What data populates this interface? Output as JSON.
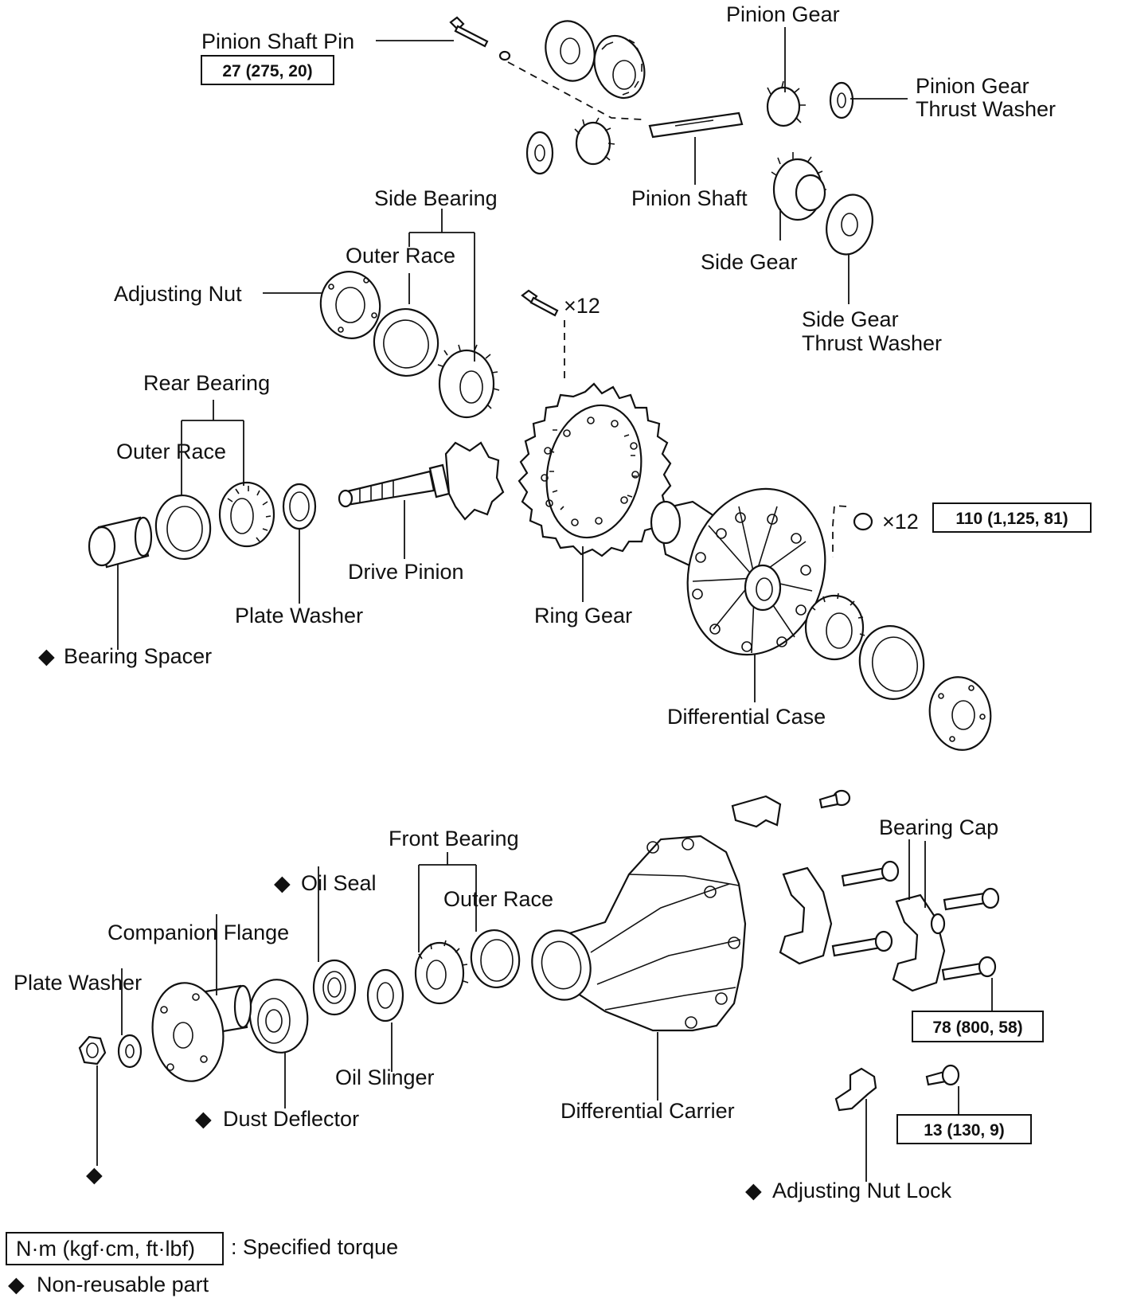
{
  "labels": {
    "pinion_shaft_pin": "Pinion Shaft Pin",
    "pinion_gear": "Pinion Gear",
    "pinion_gear_thrust_washer_1": "Pinion Gear",
    "pinion_gear_thrust_washer_2": "Thrust Washer",
    "pinion_shaft": "Pinion Shaft",
    "side_bearing": "Side Bearing",
    "outer_race_side": "Outer Race",
    "side_gear": "Side Gear",
    "adjusting_nut": "Adjusting Nut",
    "side_gear_thrust_washer_1": "Side Gear",
    "side_gear_thrust_washer_2": "Thrust Washer",
    "rear_bearing": "Rear Bearing",
    "outer_race_rear": "Outer Race",
    "drive_pinion": "Drive Pinion",
    "plate_washer_top": "Plate Washer",
    "ring_gear": "Ring Gear",
    "bearing_spacer": "Bearing Spacer",
    "differential_case": "Differential Case",
    "bolt_qty": "×12",
    "nut_qty": "×12",
    "bearing_cap": "Bearing Cap",
    "front_bearing": "Front Bearing",
    "oil_seal": "Oil Seal",
    "outer_race_front": "Outer Race",
    "companion_flange": "Companion Flange",
    "plate_washer_bottom": "Plate Washer",
    "oil_slinger": "Oil Slinger",
    "differential_carrier": "Differential Carrier",
    "dust_deflector": "Dust Deflector",
    "adjusting_nut_lock": "Adjusting Nut Lock"
  },
  "torque_specs": {
    "pinion_shaft_pin": "27 (275, 20)",
    "ring_gear_nut": "110 (1,125, 81)",
    "bearing_cap_bolt": "78 (800, 58)",
    "lock_bolt": "13 (130, 9)"
  },
  "legend": {
    "torque_unit": "N·m (kgf·cm, ft·lbf)",
    "torque_desc": ": Specified torque",
    "nonreusable_desc": "Non-reusable part"
  },
  "nonreusable_mark": "◆"
}
